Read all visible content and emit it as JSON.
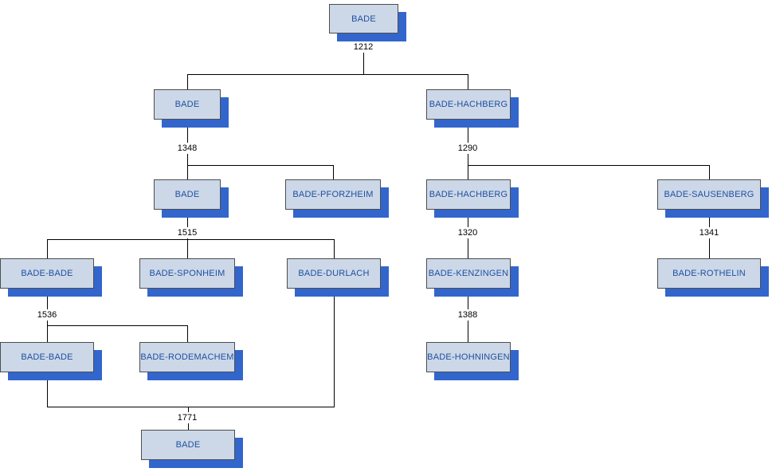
{
  "diagram": {
    "type": "family-tree",
    "nodes": [
      {
        "id": "n0",
        "label": "BADE"
      },
      {
        "id": "n1",
        "label": "BADE"
      },
      {
        "id": "n2",
        "label": "BADE-HACHBERG"
      },
      {
        "id": "n3",
        "label": "BADE"
      },
      {
        "id": "n4",
        "label": "BADE-PFORZHEIM"
      },
      {
        "id": "n5",
        "label": "BADE-HACHBERG"
      },
      {
        "id": "n6",
        "label": "BADE-SAUSENBERG"
      },
      {
        "id": "n7",
        "label": "BADE-BADE"
      },
      {
        "id": "n8",
        "label": "BADE-SPONHEIM"
      },
      {
        "id": "n9",
        "label": "BADE-DURLACH"
      },
      {
        "id": "n10",
        "label": "BADE-KENZINGEN"
      },
      {
        "id": "n11",
        "label": "BADE-ROTHELIN"
      },
      {
        "id": "n12",
        "label": "BADE-BADE"
      },
      {
        "id": "n13",
        "label": "BADE-RODEMACHEM"
      },
      {
        "id": "n14",
        "label": "BADE-HOHNINGEN"
      },
      {
        "id": "n15",
        "label": "BADE"
      }
    ],
    "years": [
      {
        "text": "1212"
      },
      {
        "text": "1348"
      },
      {
        "text": "1290"
      },
      {
        "text": "1515"
      },
      {
        "text": "1320"
      },
      {
        "text": "1341"
      },
      {
        "text": "1536"
      },
      {
        "text": "1388"
      },
      {
        "text": "1771"
      }
    ],
    "edges": [
      {
        "from": [
          "n0"
        ],
        "to": [
          "n1",
          "n2"
        ],
        "year": "1212"
      },
      {
        "from": [
          "n1"
        ],
        "to": [
          "n3",
          "n4"
        ],
        "year": "1348"
      },
      {
        "from": [
          "n2"
        ],
        "to": [
          "n5",
          "n6"
        ],
        "year": "1290"
      },
      {
        "from": [
          "n3"
        ],
        "to": [
          "n7",
          "n8",
          "n9"
        ],
        "year": "1515"
      },
      {
        "from": [
          "n5"
        ],
        "to": [
          "n10"
        ],
        "year": "1320"
      },
      {
        "from": [
          "n6"
        ],
        "to": [
          "n11"
        ],
        "year": "1341"
      },
      {
        "from": [
          "n7"
        ],
        "to": [
          "n12",
          "n13"
        ],
        "year": "1536"
      },
      {
        "from": [
          "n10"
        ],
        "to": [
          "n14"
        ],
        "year": "1388"
      },
      {
        "from": [
          "n9",
          "n12"
        ],
        "to": [
          "n15"
        ],
        "year": "1771"
      }
    ],
    "colors": {
      "box_fill": "#ccd8e8",
      "box_border": "#4d4d4d",
      "box_text": "#1f4fa0",
      "shadow": "#3366cc",
      "connector": "#000000",
      "year_text": "#000000",
      "background": "#ffffff"
    }
  }
}
